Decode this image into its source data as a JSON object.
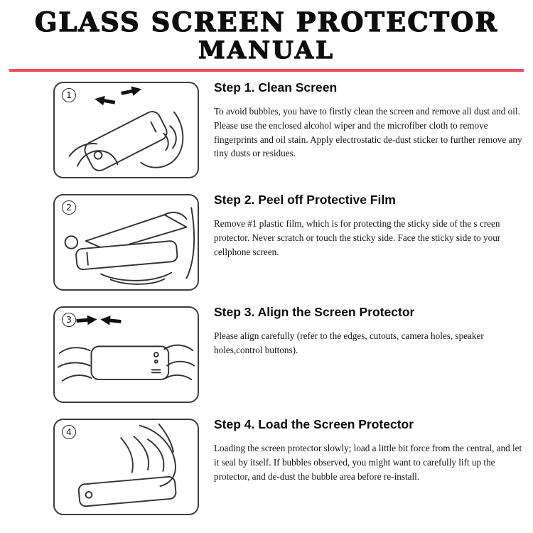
{
  "page": {
    "title_line1": "GLASS SCREEN PROTECTOR",
    "title_line2": "MANUAL",
    "accent_color": "#ee4d5f"
  },
  "steps": [
    {
      "number": "1",
      "heading": "Step 1. Clean Screen",
      "body": "To avoid bubbles, you have to firstly clean the screen and remove all dust and oil. Please use the enclosed alcohol wiper and the microfiber cloth to remove fingerprints and oil stain. Apply electrostatic de-dust sticker to further remove any tiny dusts or residues."
    },
    {
      "number": "2",
      "heading": "Step 2. Peel off Protective Film",
      "body": "Remove #1 plastic film, which is for protecting the sticky side of the s creen protector. Never scratch or touch the sticky side. Face the sticky side to your cellphone screen."
    },
    {
      "number": "3",
      "heading": "Step 3. Align the Screen Protector",
      "body": "Please align carefully (refer to the edges, cutouts, camera holes, speaker holes,control buttons)."
    },
    {
      "number": "4",
      "heading": "Step 4. Load the Screen Protector",
      "body": "Loading the screen protector slowly; load a little bit force from the central, and let it seal by itself. If bubbles observed, you might want to carefully lift up the protector, and de-dust the bubble area before re-install."
    }
  ]
}
